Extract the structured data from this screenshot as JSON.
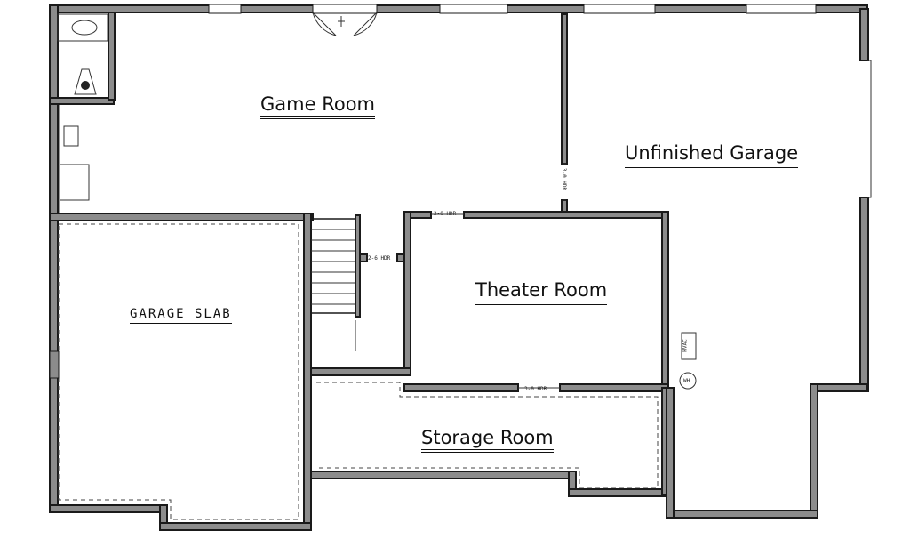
{
  "rooms": {
    "game_room": "Game Room",
    "unfinished_garage": "Unfinished Garage",
    "garage_slab": "GARAGE SLAB",
    "theater_room": "Theater Room",
    "storage_room": "Storage Room"
  },
  "annotations": {
    "header_theater_top": "3-0 HDR",
    "header_storage": "3-0 HDR",
    "header_stair": "2-6 HDR",
    "header_garage_wall": "3-0 HDR",
    "hvac": "HVAC",
    "water_heater": "WH"
  },
  "colors": {
    "wall_fill": "#8c8c8c",
    "line": "#1a1a1a",
    "background": "#ffffff"
  }
}
